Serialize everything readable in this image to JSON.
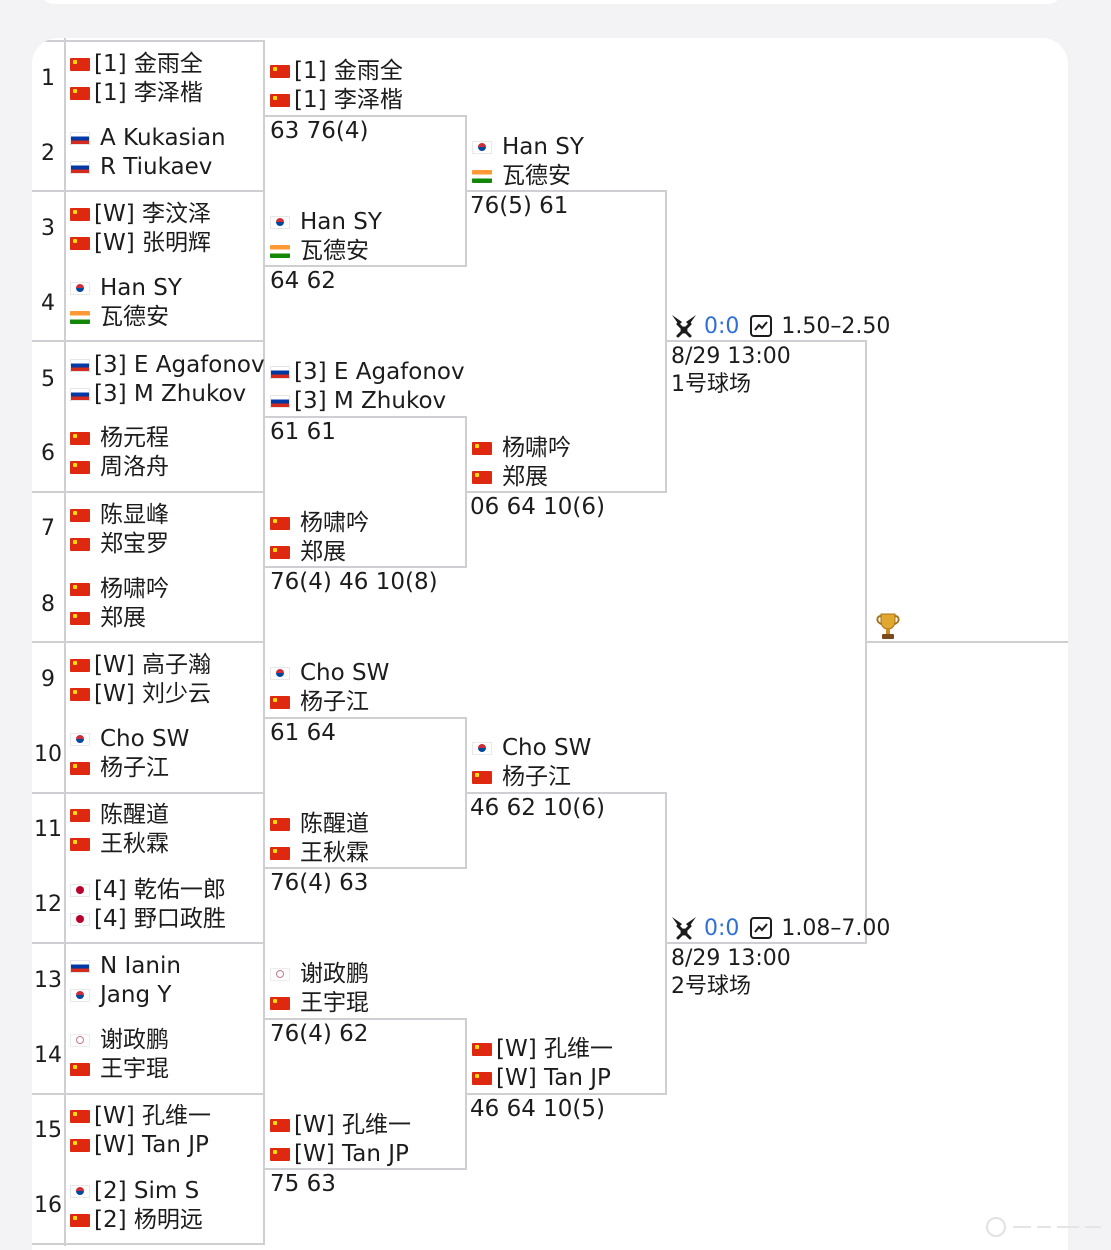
{
  "seeds": [
    "1",
    "2",
    "3",
    "4",
    "5",
    "6",
    "7",
    "8",
    "9",
    "10",
    "11",
    "12",
    "13",
    "14",
    "15",
    "16"
  ],
  "round1": [
    {
      "players": [
        {
          "flag": "cn",
          "name": "[1] 金雨全"
        },
        {
          "flag": "cn",
          "name": "[1] 李泽楷"
        }
      ]
    },
    {
      "players": [
        {
          "flag": "ru",
          "name": "A Kukasian"
        },
        {
          "flag": "ru",
          "name": "R Tiukaev"
        }
      ]
    },
    {
      "players": [
        {
          "flag": "cn",
          "name": "[W] 李汶泽"
        },
        {
          "flag": "cn",
          "name": "[W] 张明辉"
        }
      ]
    },
    {
      "players": [
        {
          "flag": "kr",
          "name": "Han SY"
        },
        {
          "flag": "in",
          "name": "瓦德安"
        }
      ]
    },
    {
      "players": [
        {
          "flag": "ru",
          "name": "[3] E Agafonov"
        },
        {
          "flag": "ru",
          "name": "[3] M Zhukov"
        }
      ]
    },
    {
      "players": [
        {
          "flag": "cn",
          "name": "杨元程"
        },
        {
          "flag": "cn",
          "name": "周洛舟"
        }
      ]
    },
    {
      "players": [
        {
          "flag": "cn",
          "name": "陈显峰"
        },
        {
          "flag": "cn",
          "name": "郑宝罗"
        }
      ]
    },
    {
      "players": [
        {
          "flag": "cn",
          "name": "杨啸吟"
        },
        {
          "flag": "cn",
          "name": "郑展"
        }
      ]
    },
    {
      "players": [
        {
          "flag": "cn",
          "name": "[W] 高子瀚"
        },
        {
          "flag": "cn",
          "name": "[W] 刘少云"
        }
      ]
    },
    {
      "players": [
        {
          "flag": "kr",
          "name": "Cho SW"
        },
        {
          "flag": "cn",
          "name": "杨子江"
        }
      ]
    },
    {
      "players": [
        {
          "flag": "cn",
          "name": "陈醒道"
        },
        {
          "flag": "cn",
          "name": "王秋霖"
        }
      ]
    },
    {
      "players": [
        {
          "flag": "jp",
          "name": "[4] 乾佑一郎"
        },
        {
          "flag": "jp",
          "name": "[4] 野口政胜"
        }
      ]
    },
    {
      "players": [
        {
          "flag": "ru",
          "name": "N Ianin"
        },
        {
          "flag": "kr",
          "name": "Jang Y"
        }
      ]
    },
    {
      "players": [
        {
          "flag": "tw",
          "name": "谢政鹏"
        },
        {
          "flag": "cn",
          "name": "王宇琨"
        }
      ]
    },
    {
      "players": [
        {
          "flag": "cn",
          "name": "[W] 孔维一"
        },
        {
          "flag": "cn",
          "name": "[W] Tan JP"
        }
      ]
    },
    {
      "players": [
        {
          "flag": "kr",
          "name": "[2] Sim S"
        },
        {
          "flag": "cn",
          "name": "[2] 杨明远"
        }
      ]
    }
  ],
  "round2": [
    {
      "players": [
        {
          "flag": "cn",
          "name": "[1] 金雨全"
        },
        {
          "flag": "cn",
          "name": "[1] 李泽楷"
        }
      ],
      "score": "63 76(4)"
    },
    {
      "players": [
        {
          "flag": "kr",
          "name": "Han SY"
        },
        {
          "flag": "in",
          "name": "瓦德安"
        }
      ],
      "score": "64 62"
    },
    {
      "players": [
        {
          "flag": "ru",
          "name": "[3] E Agafonov"
        },
        {
          "flag": "ru",
          "name": "[3] M Zhukov"
        }
      ],
      "score": "61 61"
    },
    {
      "players": [
        {
          "flag": "cn",
          "name": "杨啸吟"
        },
        {
          "flag": "cn",
          "name": "郑展"
        }
      ],
      "score": "76(4) 46 10(8)"
    },
    {
      "players": [
        {
          "flag": "kr",
          "name": "Cho SW"
        },
        {
          "flag": "cn",
          "name": "杨子江"
        }
      ],
      "score": "61 64"
    },
    {
      "players": [
        {
          "flag": "cn",
          "name": "陈醒道"
        },
        {
          "flag": "cn",
          "name": "王秋霖"
        }
      ],
      "score": "76(4) 63"
    },
    {
      "players": [
        {
          "flag": "tw",
          "name": "谢政鹏"
        },
        {
          "flag": "cn",
          "name": "王宇琨"
        }
      ],
      "score": "76(4) 62"
    },
    {
      "players": [
        {
          "flag": "cn",
          "name": "[W] 孔维一"
        },
        {
          "flag": "cn",
          "name": "[W] Tan JP"
        }
      ],
      "score": "75 63"
    }
  ],
  "quarterfinals": [
    {
      "players": [
        {
          "flag": "kr",
          "name": "Han SY"
        },
        {
          "flag": "in",
          "name": "瓦德安"
        }
      ],
      "score": "76(5) 61"
    },
    {
      "players": [
        {
          "flag": "cn",
          "name": "杨啸吟"
        },
        {
          "flag": "cn",
          "name": "郑展"
        }
      ],
      "score": "06 64 10(6)"
    },
    {
      "players": [
        {
          "flag": "kr",
          "name": "Cho SW"
        },
        {
          "flag": "cn",
          "name": "杨子江"
        }
      ],
      "score": "46 62 10(6)"
    },
    {
      "players": [
        {
          "flag": "cn",
          "name": "[W] 孔维一"
        },
        {
          "flag": "cn",
          "name": "[W] Tan JP"
        }
      ],
      "score": "46 64 10(5)"
    }
  ],
  "semifinals": [
    {
      "live_score": "0:0",
      "odds": "1.50–2.50",
      "date": "8/29 13:00",
      "court": "1号球场"
    },
    {
      "live_score": "0:0",
      "odds": "1.08–7.00",
      "date": "8/29 13:00",
      "court": "2号球场"
    }
  ],
  "icons": {
    "match": "crossed-rackets-icon",
    "odds": "odds-trend-icon",
    "trophy": "trophy-icon"
  },
  "colors": {
    "accent": "#2f6fd6",
    "line": "#cfcfd3",
    "background": "#f3f3f5"
  }
}
